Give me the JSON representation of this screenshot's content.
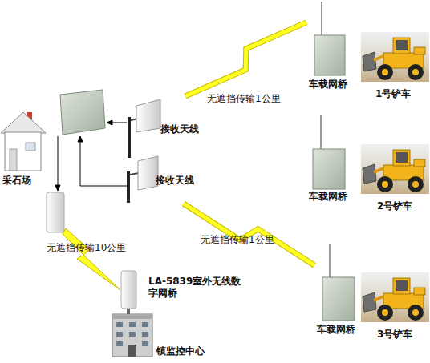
{
  "diagram": {
    "nodes": [
      {
        "text": [
          "采石场"
        ]
      },
      {
        "text": [
          "接收天线"
        ]
      },
      {
        "text": [
          "接收天线"
        ]
      },
      {
        "text": [
          "车载网桥"
        ]
      },
      {
        "text": [
          "1号铲车"
        ]
      },
      {
        "text": [
          "车载网桥"
        ]
      },
      {
        "text": [
          "2号铲车"
        ]
      },
      {
        "text": [
          "车载网桥"
        ]
      },
      {
        "text": [
          "3号铲车"
        ]
      },
      {
        "text": [
          "LA-5839室外无线数字网桥"
        ]
      },
      {
        "text": [
          "镇监控中心"
        ]
      }
    ],
    "edges": [
      {
        "from": 3,
        "to": 1,
        "arrow": "none",
        "label": "无遮挡传输1公里"
      },
      {
        "from": 7,
        "to": 2,
        "arrow": "none",
        "label": "无遮挡传输1公里"
      }
    ],
    "labels": [
      "无遮挡传输10公里"
    ]
  }
}
